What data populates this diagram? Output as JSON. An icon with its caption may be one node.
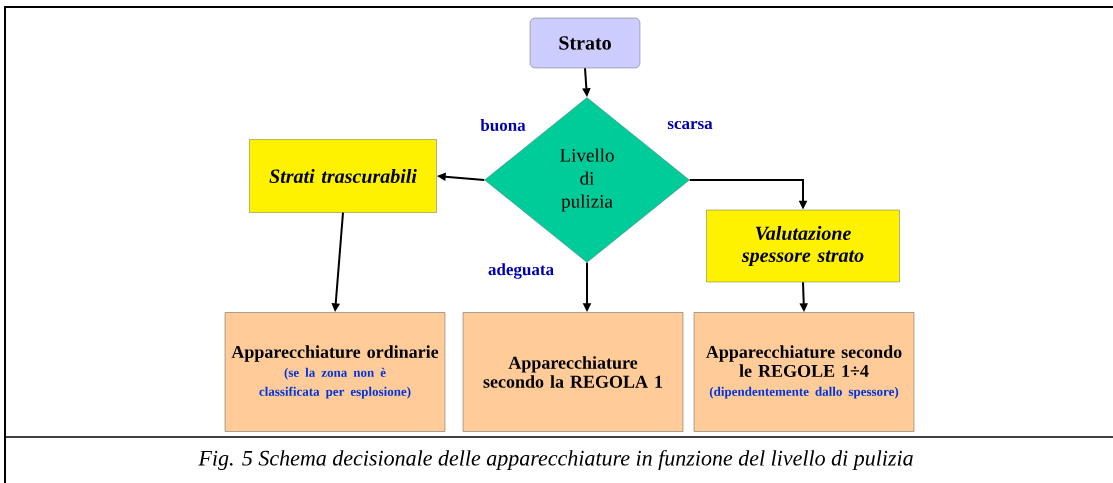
{
  "diagram": {
    "caption": "Fig. 5 Schema decisionale delle apparecchiature in funzione del livello di pulizia",
    "nodes": [
      {
        "text": [
          "Strato"
        ]
      },
      {
        "text": [
          "Livello di pulizia"
        ]
      },
      {
        "text": [
          "Strati trascurabili"
        ]
      },
      {
        "text": [
          "Valutazione spessore strato"
        ]
      },
      {
        "text": [
          "Apparecchiature ordinarie",
          "(se la zona non è classificata per esplosione)"
        ]
      },
      {
        "text": [
          "Apparecchiature secondo la REGOLA 1"
        ]
      },
      {
        "text": [
          "Apparecchiature secondo le REGOLE 1÷4",
          "(dipendentemente dallo spessore)"
        ]
      }
    ],
    "edges": [
      {
        "from": 0,
        "to": 1,
        "arrow": "to"
      },
      {
        "from": 1,
        "to": 2,
        "arrow": "to",
        "label": "buona"
      },
      {
        "from": 1,
        "to": 3,
        "arrow": "to",
        "label": "scarsa"
      },
      {
        "from": 1,
        "to": 5,
        "arrow": "to",
        "label": "adeguata"
      },
      {
        "from": 2,
        "to": 4,
        "arrow": "to"
      },
      {
        "from": 3,
        "to": 6,
        "arrow": "to"
      }
    ]
  }
}
